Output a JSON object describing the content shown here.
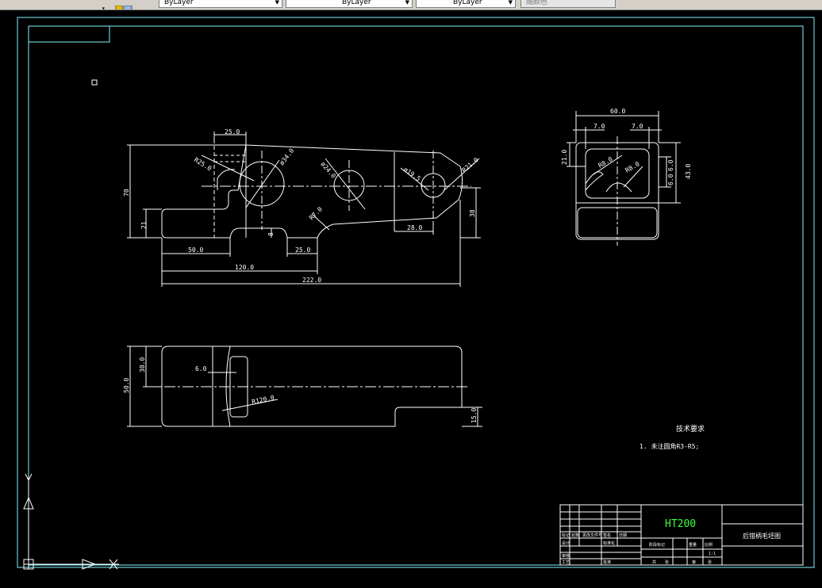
{
  "toolbar": {
    "color_field": "ByLayer",
    "linetype_field": "ByLayer",
    "lineweight_field": "ByLayer",
    "plot_style_field": "随颜色"
  },
  "drawing": {
    "dims_front": {
      "d25_top": "25.0",
      "r25": "R25.0",
      "phi34": "ø34.0",
      "phi24": "ø24.0",
      "phi19": "ø19.5",
      "r21": "R21.0",
      "h70": "70",
      "h21": "21",
      "r7": "R7.0",
      "d8": "8",
      "d28": "28.0",
      "h38": "38",
      "d50": "50.0",
      "d25_bot": "25.0",
      "d120": "120.0",
      "d222": "222.0"
    },
    "dims_side": {
      "w60": "60.0",
      "d7a": "7.0",
      "d7b": "7.0",
      "h21": "21.0",
      "r8a": "R8.0",
      "r8b": "R8.0",
      "d6a": "6.0",
      "d6b": "6.0",
      "h43": "43.0"
    },
    "dims_bottom": {
      "h50": "50.0",
      "h30": "30.0",
      "d6": "6.0",
      "r120": "R120.0",
      "h15": "15.0"
    },
    "tech_req_title": "技术要求",
    "tech_req_item": "1. 未注圆角R3-R5;",
    "title_block": {
      "material": "HT200",
      "part_name": "后钳柄毛坯图",
      "scale": "1:1",
      "cells": [
        "标记",
        "处数",
        "更改文件号",
        "签名",
        "日期",
        "设计",
        "标准化",
        "阶段标记",
        "重量",
        "比例",
        "审核",
        "工艺",
        "批准",
        "共",
        "张",
        "第",
        "张"
      ]
    }
  },
  "colors": {
    "background": "#000000",
    "lines": "#ffffff",
    "border": "#7ff5ff",
    "material_text": "#3cff3c"
  }
}
